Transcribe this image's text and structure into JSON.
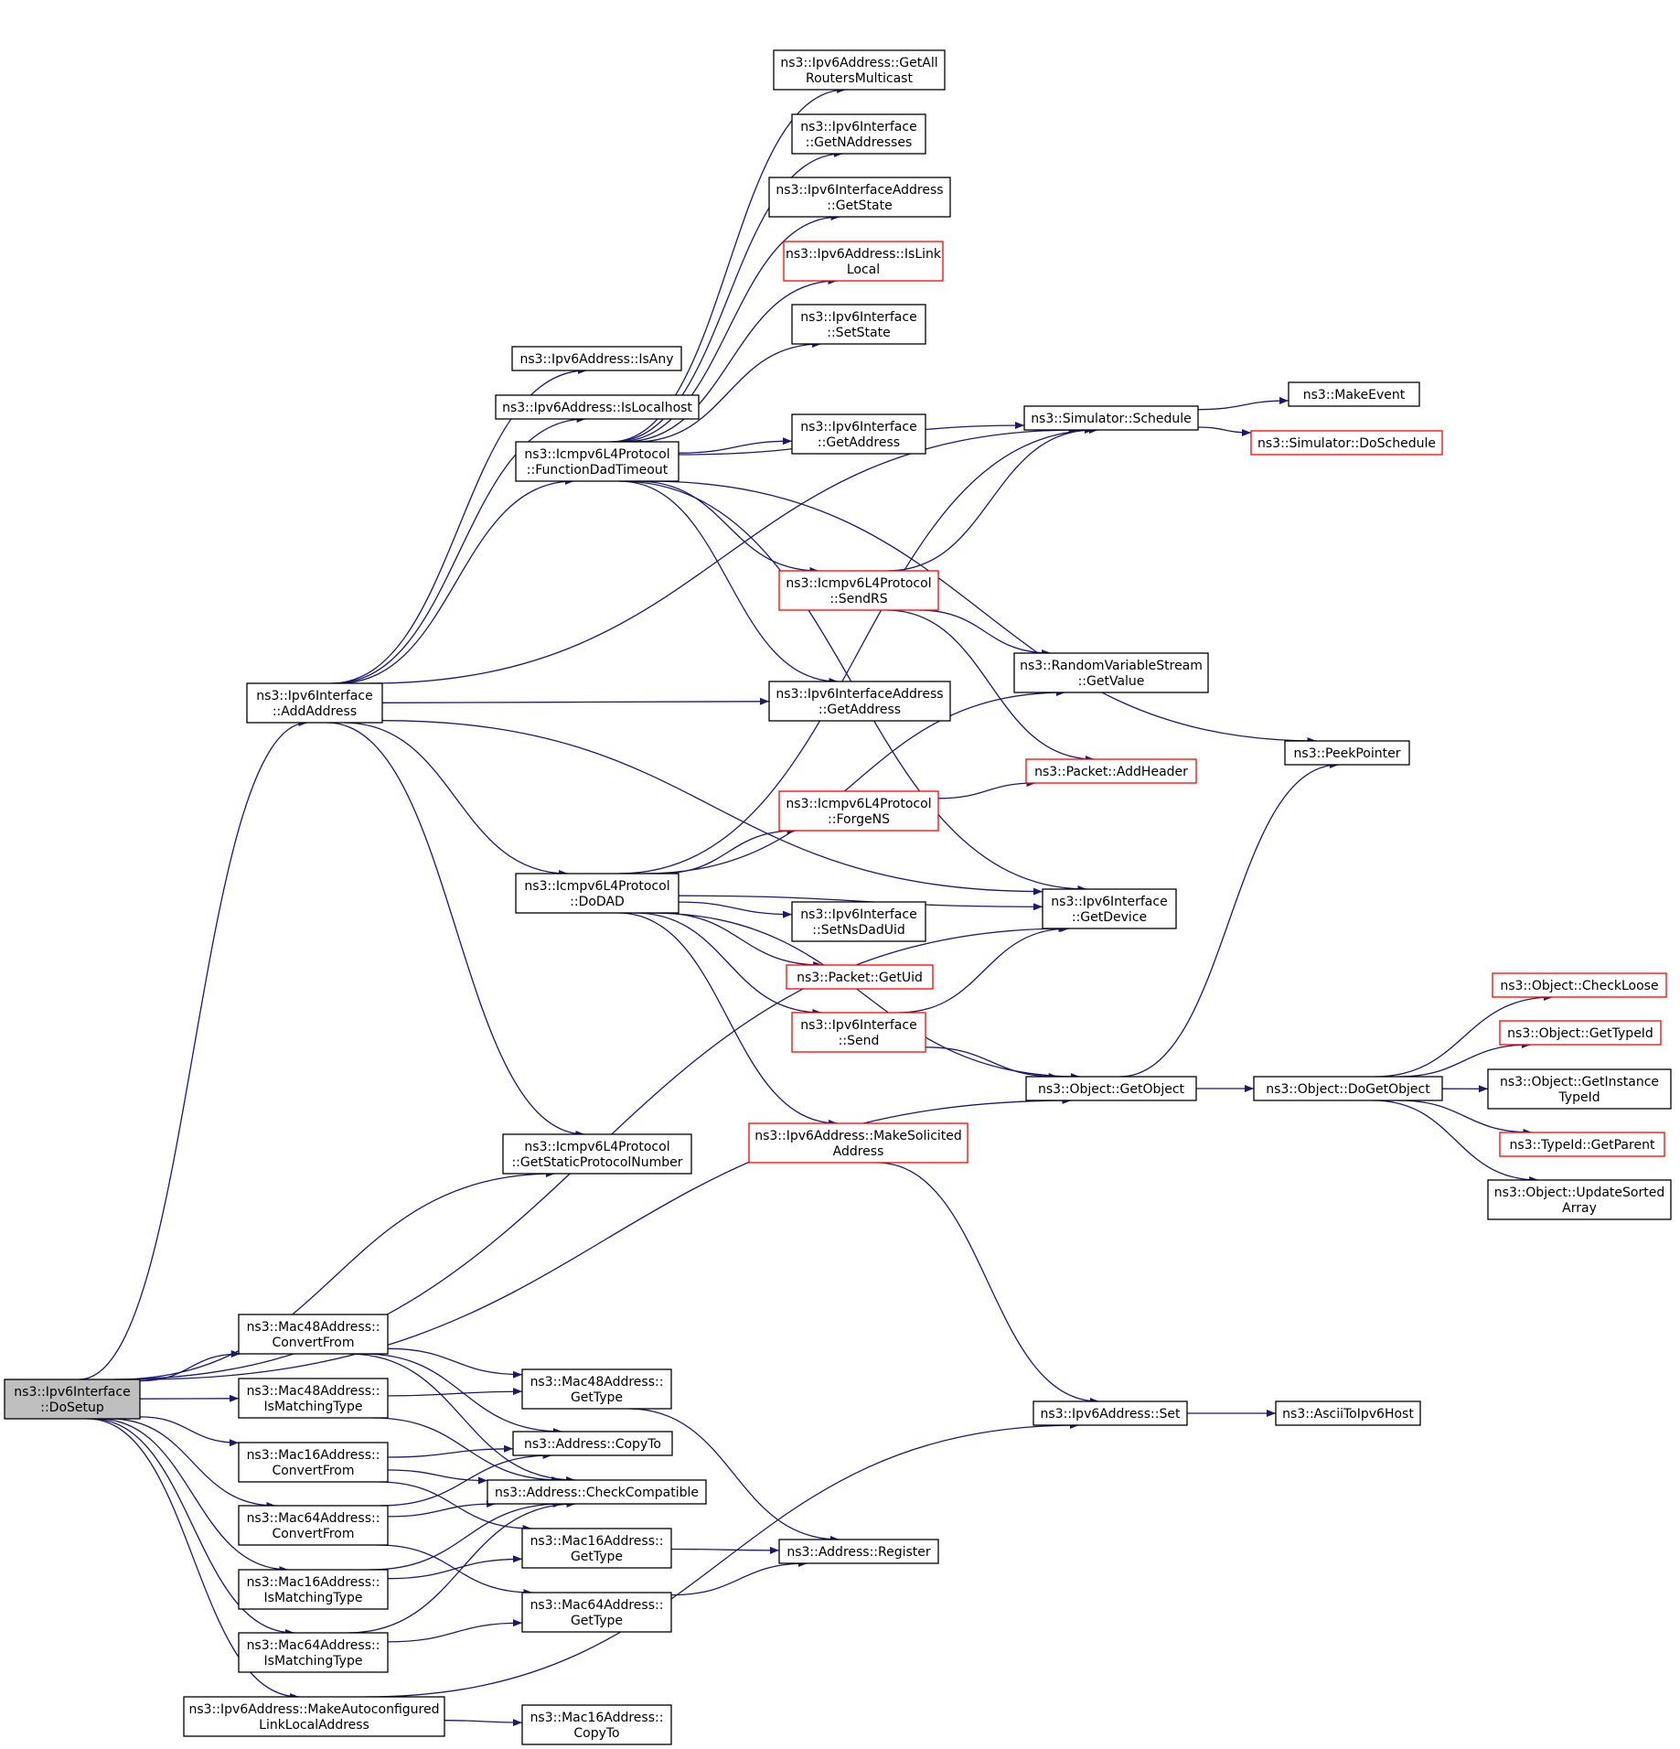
{
  "colors": {
    "edge": "#191970",
    "node_border": "#000000",
    "node_border_incomplete": "#ff0000",
    "start_node_fill": "#bfbfbf"
  },
  "nodes": [
    {
      "id": "dosetup",
      "lines": [
        "ns3::Ipv6Interface",
        "::DoSetup"
      ],
      "start": true
    },
    {
      "id": "addaddress",
      "lines": [
        "ns3::Ipv6Interface",
        "::AddAddress"
      ]
    },
    {
      "id": "getallrouters",
      "lines": [
        "ns3::Ipv6Address::GetAll",
        "RoutersMulticast"
      ]
    },
    {
      "id": "getnaddresses",
      "lines": [
        "ns3::Ipv6Interface",
        "::GetNAddresses"
      ]
    },
    {
      "id": "ifaddr_getstate",
      "lines": [
        "ns3::Ipv6InterfaceAddress",
        "::GetState"
      ]
    },
    {
      "id": "islinklocal",
      "lines": [
        "ns3::Ipv6Address::IsLink",
        "Local"
      ],
      "red": true
    },
    {
      "id": "setstate",
      "lines": [
        "ns3::Ipv6Interface",
        "::SetState"
      ]
    },
    {
      "id": "isany",
      "lines": [
        "ns3::Ipv6Address::IsAny"
      ]
    },
    {
      "id": "islocalhost",
      "lines": [
        "ns3::Ipv6Address::IsLocalhost"
      ]
    },
    {
      "id": "functiondad",
      "lines": [
        "ns3::Icmpv6L4Protocol",
        "::FunctionDadTimeout"
      ]
    },
    {
      "id": "if_getaddress",
      "lines": [
        "ns3::Ipv6Interface",
        "::GetAddress"
      ]
    },
    {
      "id": "schedule",
      "lines": [
        "ns3::Simulator::Schedule"
      ]
    },
    {
      "id": "makeevent",
      "lines": [
        "ns3::MakeEvent"
      ]
    },
    {
      "id": "doschedule",
      "lines": [
        "ns3::Simulator::DoSchedule"
      ],
      "red": true
    },
    {
      "id": "sendrs",
      "lines": [
        "ns3::Icmpv6L4Protocol",
        "::SendRS"
      ],
      "red": true
    },
    {
      "id": "rvs_getvalue",
      "lines": [
        "ns3::RandomVariableStream",
        "::GetValue"
      ]
    },
    {
      "id": "ifaddr_getaddress",
      "lines": [
        "ns3::Ipv6InterfaceAddress",
        "::GetAddress"
      ]
    },
    {
      "id": "peekpointer",
      "lines": [
        "ns3::PeekPointer"
      ]
    },
    {
      "id": "addheader",
      "lines": [
        "ns3::Packet::AddHeader"
      ],
      "red": true
    },
    {
      "id": "forgens",
      "lines": [
        "ns3::Icmpv6L4Protocol",
        "::ForgeNS"
      ],
      "red": true
    },
    {
      "id": "dodad",
      "lines": [
        "ns3::Icmpv6L4Protocol",
        "::DoDAD"
      ]
    },
    {
      "id": "setnsdaduid",
      "lines": [
        "ns3::Ipv6Interface",
        "::SetNsDadUid"
      ]
    },
    {
      "id": "getdevice",
      "lines": [
        "ns3::Ipv6Interface",
        "::GetDevice"
      ]
    },
    {
      "id": "getuid",
      "lines": [
        "ns3::Packet::GetUid"
      ],
      "red": true
    },
    {
      "id": "send",
      "lines": [
        "ns3::Ipv6Interface",
        "::Send"
      ],
      "red": true
    },
    {
      "id": "getobject",
      "lines": [
        "ns3::Object::GetObject"
      ]
    },
    {
      "id": "dogetobject",
      "lines": [
        "ns3::Object::DoGetObject"
      ]
    },
    {
      "id": "checkloose",
      "lines": [
        "ns3::Object::CheckLoose"
      ],
      "red": true
    },
    {
      "id": "gettypeid",
      "lines": [
        "ns3::Object::GetTypeId"
      ],
      "red": true
    },
    {
      "id": "getinstancetypeid",
      "lines": [
        "ns3::Object::GetInstance",
        "TypeId"
      ]
    },
    {
      "id": "getparent",
      "lines": [
        "ns3::TypeId::GetParent"
      ],
      "red": true
    },
    {
      "id": "updatesorted",
      "lines": [
        "ns3::Object::UpdateSorted",
        "Array"
      ]
    },
    {
      "id": "makesolicited",
      "lines": [
        "ns3::Ipv6Address::MakeSolicited",
        "Address"
      ],
      "red": true
    },
    {
      "id": "getstaticproto",
      "lines": [
        "ns3::Icmpv6L4Protocol",
        "::GetStaticProtocolNumber"
      ]
    },
    {
      "id": "mac48_convert",
      "lines": [
        "ns3::Mac48Address::",
        "ConvertFrom"
      ]
    },
    {
      "id": "mac48_ismatch",
      "lines": [
        "ns3::Mac48Address::",
        "IsMatchingType"
      ]
    },
    {
      "id": "mac16_convert",
      "lines": [
        "ns3::Mac16Address::",
        "ConvertFrom"
      ]
    },
    {
      "id": "mac64_convert",
      "lines": [
        "ns3::Mac64Address::",
        "ConvertFrom"
      ]
    },
    {
      "id": "mac16_ismatch",
      "lines": [
        "ns3::Mac16Address::",
        "IsMatchingType"
      ]
    },
    {
      "id": "mac64_ismatch",
      "lines": [
        "ns3::Mac64Address::",
        "IsMatchingType"
      ]
    },
    {
      "id": "makeautoconf",
      "lines": [
        "ns3::Ipv6Address::MakeAutoconfigured",
        "LinkLocalAddress"
      ]
    },
    {
      "id": "mac48_gettype",
      "lines": [
        "ns3::Mac48Address::",
        "GetType"
      ]
    },
    {
      "id": "copyto",
      "lines": [
        "ns3::Address::CopyTo"
      ]
    },
    {
      "id": "checkcompat",
      "lines": [
        "ns3::Address::CheckCompatible"
      ]
    },
    {
      "id": "mac16_gettype",
      "lines": [
        "ns3::Mac16Address::",
        "GetType"
      ]
    },
    {
      "id": "mac64_gettype",
      "lines": [
        "ns3::Mac64Address::",
        "GetType"
      ]
    },
    {
      "id": "mac16_copyto",
      "lines": [
        "ns3::Mac16Address::",
        "CopyTo"
      ]
    },
    {
      "id": "register",
      "lines": [
        "ns3::Address::Register"
      ]
    },
    {
      "id": "ipv6_set",
      "lines": [
        "ns3::Ipv6Address::Set"
      ]
    },
    {
      "id": "asciitoipv6",
      "lines": [
        "ns3::AsciiToIpv6Host"
      ]
    }
  ],
  "edges": [
    [
      "dosetup",
      "addaddress"
    ],
    [
      "dosetup",
      "getstaticproto"
    ],
    [
      "dosetup",
      "getobject"
    ],
    [
      "dosetup",
      "getdevice"
    ],
    [
      "dosetup",
      "mac48_convert"
    ],
    [
      "dosetup",
      "mac48_ismatch"
    ],
    [
      "dosetup",
      "mac16_convert"
    ],
    [
      "dosetup",
      "mac64_convert"
    ],
    [
      "dosetup",
      "mac16_ismatch"
    ],
    [
      "dosetup",
      "mac64_ismatch"
    ],
    [
      "dosetup",
      "makeautoconf"
    ],
    [
      "addaddress",
      "schedule"
    ],
    [
      "addaddress",
      "isany"
    ],
    [
      "addaddress",
      "islocalhost"
    ],
    [
      "addaddress",
      "functiondad"
    ],
    [
      "addaddress",
      "ifaddr_getaddress"
    ],
    [
      "addaddress",
      "dodad"
    ],
    [
      "addaddress",
      "getstaticproto"
    ],
    [
      "addaddress",
      "getdevice"
    ],
    [
      "functiondad",
      "getallrouters"
    ],
    [
      "functiondad",
      "getnaddresses"
    ],
    [
      "functiondad",
      "ifaddr_getstate"
    ],
    [
      "functiondad",
      "islinklocal"
    ],
    [
      "functiondad",
      "setstate"
    ],
    [
      "functiondad",
      "if_getaddress"
    ],
    [
      "functiondad",
      "schedule"
    ],
    [
      "functiondad",
      "sendrs"
    ],
    [
      "functiondad",
      "ifaddr_getaddress"
    ],
    [
      "functiondad",
      "peekpointer"
    ],
    [
      "functiondad",
      "getdevice"
    ],
    [
      "schedule",
      "makeevent"
    ],
    [
      "schedule",
      "doschedule"
    ],
    [
      "sendrs",
      "schedule"
    ],
    [
      "sendrs",
      "rvs_getvalue"
    ],
    [
      "sendrs",
      "addheader"
    ],
    [
      "forgens",
      "addheader"
    ],
    [
      "dodad",
      "schedule"
    ],
    [
      "dodad",
      "rvs_getvalue"
    ],
    [
      "dodad",
      "forgens"
    ],
    [
      "dodad",
      "getdevice"
    ],
    [
      "dodad",
      "setnsdaduid"
    ],
    [
      "dodad",
      "getuid"
    ],
    [
      "dodad",
      "send"
    ],
    [
      "dodad",
      "getobject"
    ],
    [
      "dodad",
      "makesolicited"
    ],
    [
      "send",
      "getdevice"
    ],
    [
      "send",
      "getobject"
    ],
    [
      "getobject",
      "peekpointer"
    ],
    [
      "getobject",
      "dogetobject"
    ],
    [
      "dogetobject",
      "checkloose"
    ],
    [
      "dogetobject",
      "gettypeid"
    ],
    [
      "dogetobject",
      "getinstancetypeid"
    ],
    [
      "dogetobject",
      "getparent"
    ],
    [
      "dogetobject",
      "updatesorted"
    ],
    [
      "makesolicited",
      "ipv6_set"
    ],
    [
      "ipv6_set",
      "asciitoipv6"
    ],
    [
      "mac48_convert",
      "mac48_gettype"
    ],
    [
      "mac48_convert",
      "copyto"
    ],
    [
      "mac48_convert",
      "checkcompat"
    ],
    [
      "mac48_ismatch",
      "mac48_gettype"
    ],
    [
      "mac48_ismatch",
      "checkcompat"
    ],
    [
      "mac16_convert",
      "copyto"
    ],
    [
      "mac16_convert",
      "checkcompat"
    ],
    [
      "mac16_convert",
      "mac16_gettype"
    ],
    [
      "mac64_convert",
      "copyto"
    ],
    [
      "mac64_convert",
      "checkcompat"
    ],
    [
      "mac64_convert",
      "mac64_gettype"
    ],
    [
      "mac16_ismatch",
      "checkcompat"
    ],
    [
      "mac16_ismatch",
      "mac16_gettype"
    ],
    [
      "mac64_ismatch",
      "checkcompat"
    ],
    [
      "mac64_ismatch",
      "mac64_gettype"
    ],
    [
      "makeautoconf",
      "mac16_copyto"
    ],
    [
      "makeautoconf",
      "ipv6_set"
    ],
    [
      "mac48_gettype",
      "register"
    ],
    [
      "mac16_gettype",
      "register"
    ],
    [
      "mac64_gettype",
      "register"
    ]
  ]
}
